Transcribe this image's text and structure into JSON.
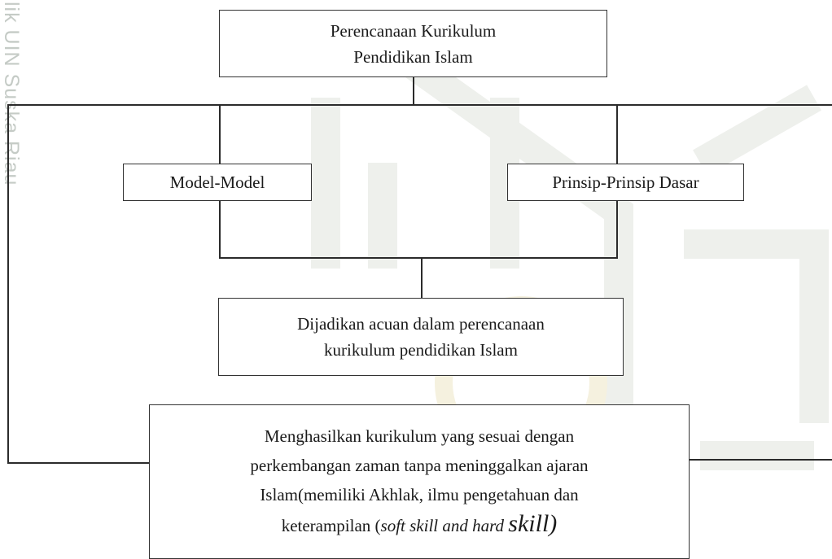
{
  "watermark": {
    "side_text": "lik UIN Suska Riau",
    "color": "#c5cbc6"
  },
  "top_box": {
    "line1": "Perencanaan Kurikulum",
    "line2": "Pendidikan Islam"
  },
  "left_box": {
    "label": "Model-Model"
  },
  "right_box": {
    "label": "Prinsip-Prinsip Dasar"
  },
  "middle_box": {
    "line1": "Dijadikan acuan dalam perencanaan",
    "line2": "kurikulum pendidikan Islam"
  },
  "bottom_box": {
    "line1": "Menghasilkan kurikulum yang  sesuai dengan",
    "line2": "perkembangan zaman tanpa meninggalkan ajaran",
    "line3": "Islam(memiliki Akhlak, ilmu pengetahuan dan",
    "line4_prefix": "keterampilan (",
    "line4_italic": "soft skill and hard ",
    "line4_big": "skill)"
  }
}
